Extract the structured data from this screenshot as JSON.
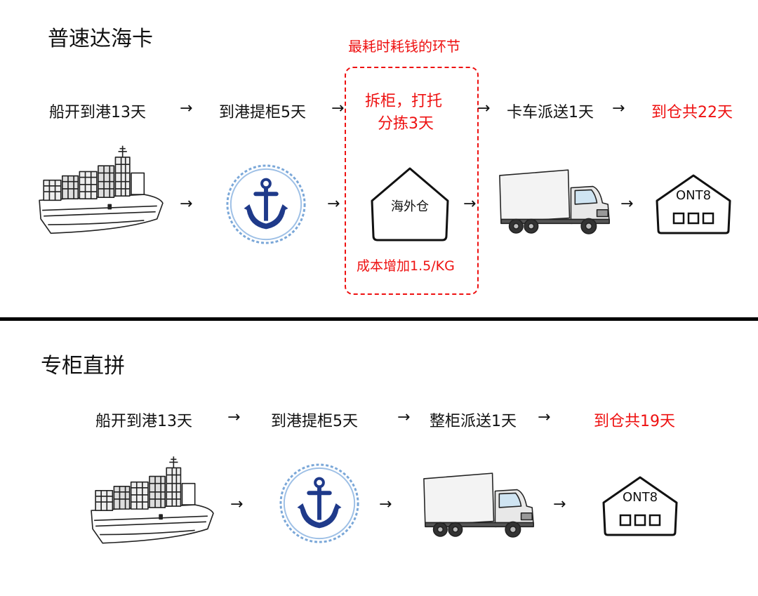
{
  "colors": {
    "highlight": "#ee1111",
    "anchor": "#1f3a8a",
    "rope": "#7aa7d8",
    "divider": "#000000"
  },
  "section1": {
    "title": "普速达海卡",
    "note_top": "最耗时耗钱的环节",
    "steps": {
      "s1": "船开到港13天",
      "s2": "到港提柜5天",
      "s3_line1": "拆柜，打托",
      "s3_line2": "分拣3天",
      "s4": "卡车派送1天",
      "total": "到仓共22天"
    },
    "arrow": "→",
    "warehouse_label": "海外仓",
    "note_bottom": "成本增加1.5/KG",
    "dest_label": "ONT8",
    "icons": [
      "cargo-ship-icon",
      "anchor-icon",
      "warehouse-icon",
      "truck-icon",
      "destination-warehouse-icon"
    ]
  },
  "section2": {
    "title": "专柜直拼",
    "steps": {
      "s1": "船开到港13天",
      "s2": "到港提柜5天",
      "s3": "整柜派送1天",
      "total": "到仓共19天"
    },
    "arrow": "→",
    "dest_label": "ONT8",
    "icons": [
      "cargo-ship-icon",
      "anchor-icon",
      "truck-icon",
      "destination-warehouse-icon"
    ]
  }
}
